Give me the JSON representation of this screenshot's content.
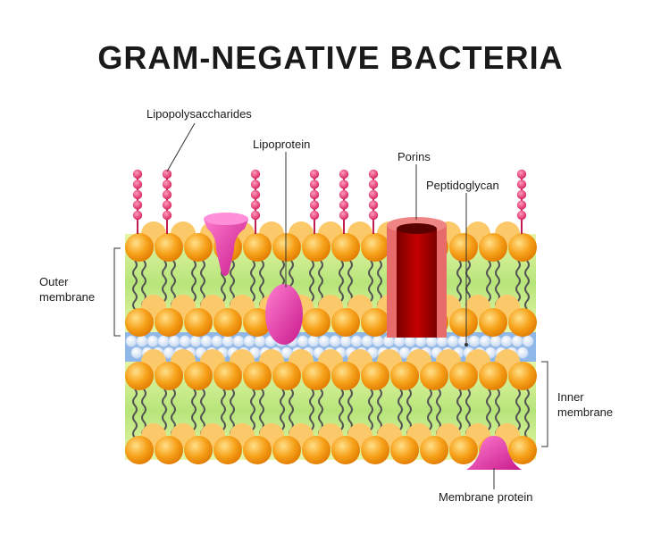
{
  "title": "GRAM-NEGATIVE BACTERIA",
  "labels": {
    "lipopolysaccharides": "Lipopolysaccharides",
    "lipoprotein": "Lipoprotein",
    "porins": "Porins",
    "peptidoglycan": "Peptidoglycan",
    "outer_membrane": [
      "Outer",
      "membrane"
    ],
    "inner_membrane": [
      "Inner",
      "membrane"
    ],
    "membrane_protein": "Membrane protein"
  },
  "colors": {
    "lipid_head": "#f7a21b",
    "membrane_core": "#b7e57a",
    "periplasm": "#8fb8e8",
    "peptidoglycan_bead": "#e8f0fb",
    "lps_bead": "#e8336b",
    "protein": "#e0309c",
    "porin_outer": "#e86b6b",
    "porin_inner": "#a30000"
  }
}
